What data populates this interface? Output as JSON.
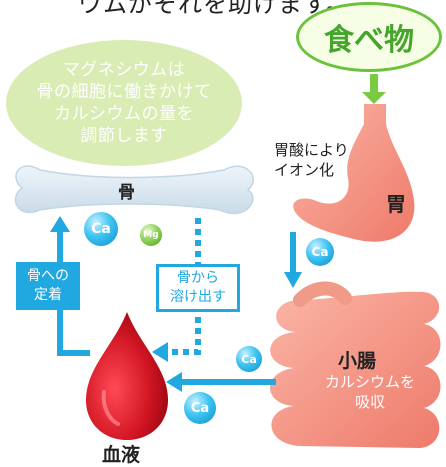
{
  "top_text": "ウムがそれを助けます。",
  "magnesium_bubble": {
    "lines": [
      "マグネシウムは",
      "骨の細胞に働きかけて",
      "カルシウムの量を",
      "調節します"
    ]
  },
  "food_bubble": {
    "label": "食べ物"
  },
  "bone": {
    "label": "骨"
  },
  "stomach": {
    "label": "胃",
    "note_lines": [
      "胃酸により",
      "イオン化"
    ]
  },
  "intestine": {
    "label": "小腸",
    "note_lines": [
      "カルシウムを",
      "吸収"
    ]
  },
  "blood": {
    "label": "血液"
  },
  "deposit_box": {
    "lines": [
      "骨への",
      "定着"
    ]
  },
  "dissolve_box": {
    "lines": [
      "骨から",
      "溶け出す"
    ]
  },
  "ions": {
    "ca": "Ca",
    "mg": "Mg"
  },
  "colors": {
    "arrow_blue": "#21a8e0",
    "arrow_green": "#7ac943",
    "bubble_green": "#d9ecb4",
    "stomach_pink": "#f5907e",
    "blood_red": "#c8111d",
    "bone_blue": "#dde9f2"
  }
}
